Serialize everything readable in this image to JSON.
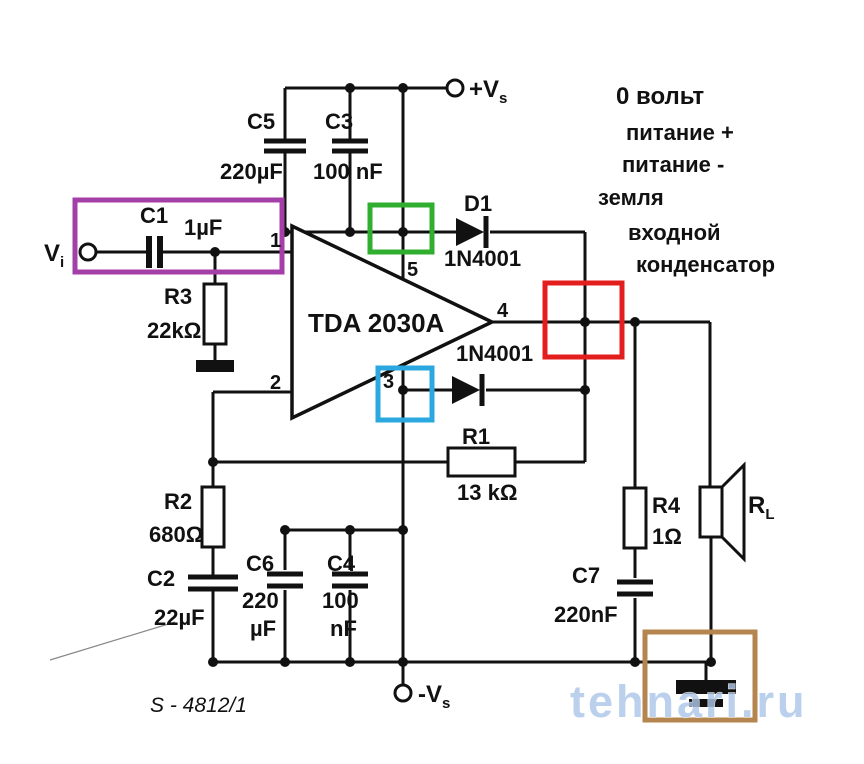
{
  "ic": {
    "name": "TDA 2030A",
    "pins": {
      "p1": "1",
      "p2": "2",
      "p3": "3",
      "p4": "4",
      "p5": "5"
    }
  },
  "terminals": {
    "vin": {
      "main": "V",
      "sub": "i"
    },
    "vplus": {
      "main": "+V",
      "sub": "s"
    },
    "vminus": {
      "main": "-V",
      "sub": "s"
    }
  },
  "components": {
    "c1": {
      "ref": "C1",
      "value": "1µF"
    },
    "c2": {
      "ref": "C2",
      "value": "22µF"
    },
    "c3": {
      "ref": "C3",
      "value": "100 nF"
    },
    "c4": {
      "ref": "C4",
      "v1": "100",
      "v2": "nF"
    },
    "c5": {
      "ref": "C5",
      "value": "220µF"
    },
    "c6": {
      "ref": "C6",
      "v1": "220",
      "v2": "µF"
    },
    "c7": {
      "ref": "C7",
      "value": "220nF"
    },
    "r1": {
      "ref": "R1",
      "value": "13 kΩ"
    },
    "r2": {
      "ref": "R2",
      "value": "680Ω"
    },
    "r3": {
      "ref": "R3",
      "value": "22kΩ"
    },
    "r4": {
      "ref": "R4",
      "value": "1Ω"
    },
    "rl": {
      "main": "R",
      "sub": "L"
    },
    "d1": {
      "ref": "D1",
      "part": "1N4001"
    },
    "d2": {
      "part": "1N4001"
    }
  },
  "legend": {
    "items": [
      {
        "label": "0 вольт",
        "color": "#e31e1e"
      },
      {
        "label": "питание +",
        "color": "#2fae2f"
      },
      {
        "label": "питание -",
        "color": "#2ba8df"
      },
      {
        "label": "земля",
        "color": "#a87848"
      },
      {
        "label": "входной",
        "color": "#a43fa8"
      },
      {
        "label": "конденсатор",
        "color": "#a43fa8"
      }
    ]
  },
  "highlight_boxes": {
    "input_capacitor": "#a43fa8",
    "power_plus": "#2fae2f",
    "zero_volt": "#e31e1e",
    "power_minus": "#2ba8df",
    "ground": "#b5854f"
  },
  "doc_ref": "S - 4812/1",
  "watermark": "tehnari.ru"
}
